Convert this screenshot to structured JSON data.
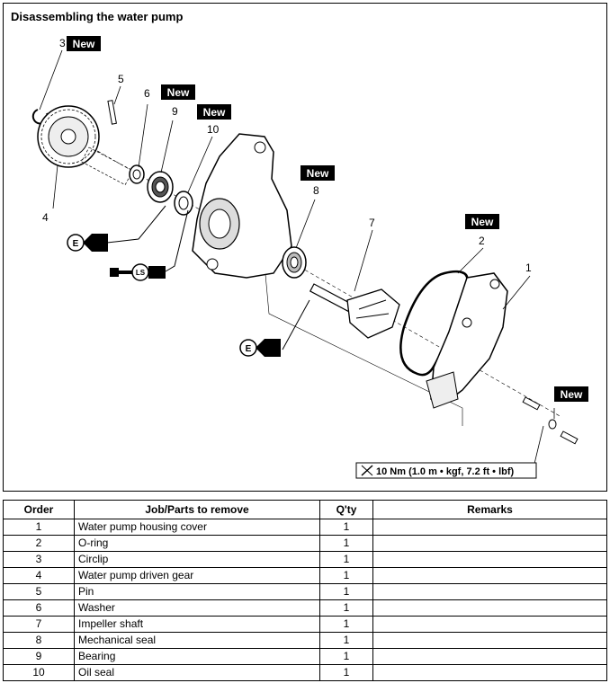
{
  "title": "Disassembling the water pump",
  "new_label": "New",
  "torque_label": "10 Nm (1.0 m • kgf, 7.2 ft • lbf)",
  "lubricant_e": "E",
  "lubricant_ls": "LS",
  "callouts": [
    "1",
    "2",
    "3",
    "4",
    "5",
    "6",
    "7",
    "8",
    "9",
    "10"
  ],
  "table": {
    "headers": [
      "Order",
      "Job/Parts to remove",
      "Q'ty",
      "Remarks"
    ],
    "rows": [
      {
        "order": "1",
        "part": "Water pump housing cover",
        "qty": "1",
        "remarks": ""
      },
      {
        "order": "2",
        "part": "O-ring",
        "qty": "1",
        "remarks": ""
      },
      {
        "order": "3",
        "part": "Circlip",
        "qty": "1",
        "remarks": ""
      },
      {
        "order": "4",
        "part": "Water pump driven gear",
        "qty": "1",
        "remarks": ""
      },
      {
        "order": "5",
        "part": "Pin",
        "qty": "1",
        "remarks": ""
      },
      {
        "order": "6",
        "part": "Washer",
        "qty": "1",
        "remarks": ""
      },
      {
        "order": "7",
        "part": "Impeller shaft",
        "qty": "1",
        "remarks": ""
      },
      {
        "order": "8",
        "part": "Mechanical seal",
        "qty": "1",
        "remarks": ""
      },
      {
        "order": "9",
        "part": "Bearing",
        "qty": "1",
        "remarks": ""
      },
      {
        "order": "10",
        "part": "Oil seal",
        "qty": "1",
        "remarks": ""
      }
    ]
  }
}
